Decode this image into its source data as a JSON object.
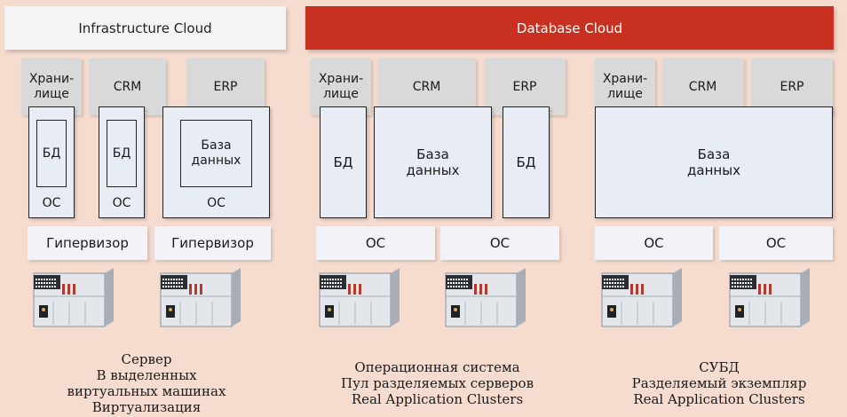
{
  "headers": {
    "infrastructure": "Infrastructure Cloud",
    "database": "Database Cloud"
  },
  "apps": {
    "storage": "Храни-\nлище",
    "crm": "CRM",
    "erp": "ERP"
  },
  "labels": {
    "db_short": "БД",
    "database_full": "База\nданных",
    "os": "ОС",
    "hypervisor": "Гипервизор"
  },
  "captions": {
    "infrastructure": "Сервер\nВ выделенных\nвиртуальных машинах\nВиртуализация",
    "shared_cluster": "Операционная система\nПул разделяемых серверов\nReal Application Clusters",
    "shared_instance": "СУБД\nРазделяемый экземпляр\nReal Application Clusters"
  },
  "colors": {
    "background": "#f6dccf",
    "database_cloud": "#c8311f",
    "app_box": "#d9d9d9",
    "stack_box": "#e8ecf5"
  },
  "icons": {
    "server": "server-icon"
  }
}
